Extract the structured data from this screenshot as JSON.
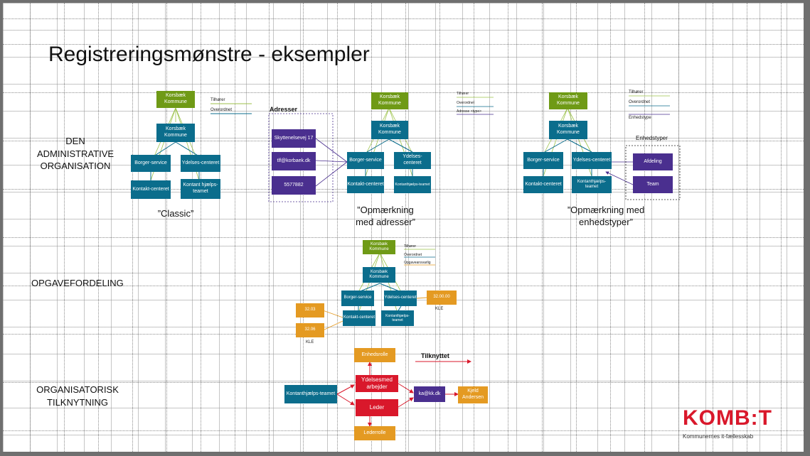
{
  "title": "Registreringsmønstre - eksempler",
  "sections": {
    "admin": "DEN ADMINISTRATIVE ORGANISATION",
    "admin_lines": [
      "DEN",
      "ADMINISTRATIVE",
      "ORGANISATION"
    ],
    "opgave": "OPGAVEFORDELING",
    "tilk_lines": [
      "ORGANISATORISK",
      "TILKNYTNING"
    ]
  },
  "captions": {
    "classic": "”Classic”",
    "adresser_lines": [
      "”Opmærkning",
      "med adresser”"
    ],
    "enhed_lines": [
      "”Opmærkning med",
      "enhedstyper”"
    ]
  },
  "classic": {
    "top": "Korsbæk Kommune",
    "mid": "Korsbæk Kommune",
    "borger": "Borger-service",
    "ydelse": "Ydelses-centeret",
    "kontakt": "Kontakt-centeret",
    "team": "Kontant hjælps-teamet",
    "legend": [
      "Tilhører",
      "Overordnet"
    ]
  },
  "adresser": {
    "label": "Adresser",
    "items": [
      "Skyttenelsevej 17",
      "tlf@korbaek.dk",
      "5577882"
    ],
    "top": "Korsbæk Kommune",
    "mid": "Korsbæk Kommune",
    "borger": "Borger-service",
    "ydelse": "Ydelses-centeret",
    "kontakt": "Kontakt-centeret",
    "team": "Kontanthjælps-teamet",
    "legend": [
      "Tilhører",
      "Overordnet",
      "Adresse <type>"
    ]
  },
  "enhed": {
    "top": "Korsbæk Kommune",
    "mid": "Korsbæk Kommune",
    "borger": "Borger-service",
    "ydelse": "Ydelses-centeret",
    "kontakt": "Kontakt-centeret",
    "team": "Kontanthjælps-teamet",
    "types_label": "Enhedstyper",
    "types": [
      "Afdeling",
      "Team"
    ],
    "legend": [
      "Tilhører",
      "Overordnet",
      "Enhedstype"
    ]
  },
  "opgave": {
    "top": "Korsbæk Kommune",
    "mid": "Korsbæk Kommune",
    "borger": "Borger-service",
    "ydelse": "Ydelses-centeret",
    "kontakt": "Kontakt-centeret",
    "team": "Kontanthjælps-teamet",
    "kle1": "32.03",
    "kle2": "32.06",
    "kle3": "32.00.00",
    "kle_label": "KLE",
    "legend": [
      "Tilhører",
      "Overordnet",
      "Opgaveansvarlig"
    ]
  },
  "tilk": {
    "enhedsrolle": "Enhedsrolle",
    "ydelse": "Ydelsesmed arbejder",
    "leder": "Leder",
    "lederrolle": "Lederrolle",
    "team": "Kontanthjælps-teamet",
    "email": "ka@kk.dk",
    "person": "Kjeld Andersen",
    "tilknyttet": "Tilknyttet"
  },
  "logo": {
    "name": "KOMB:T",
    "tagline": "Kommunernes it-fællesskab"
  },
  "colors": {
    "green": "#6f9a16",
    "teal": "#0b6d8c",
    "purple": "#4a2f8f",
    "orange": "#e49a22",
    "red": "#d9182b"
  }
}
